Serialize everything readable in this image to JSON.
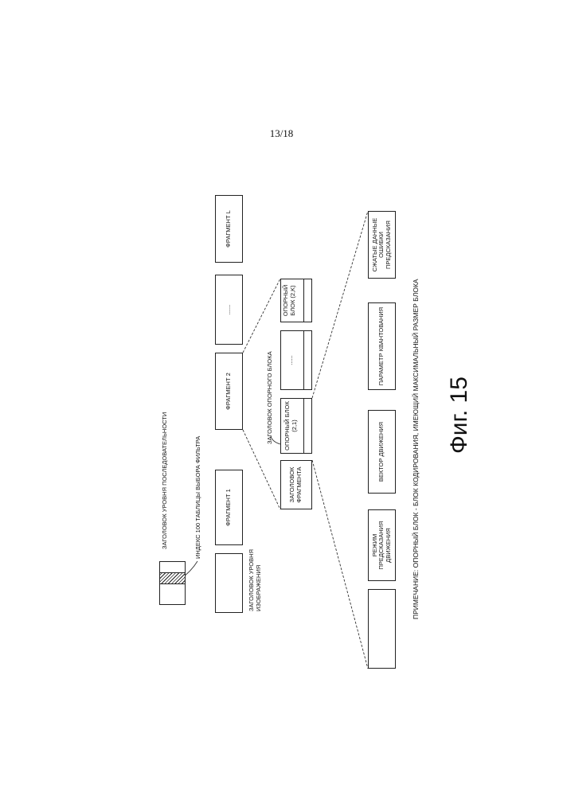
{
  "page_number": "13/18",
  "sequence_header_label": "ЗАГОЛОВОК УРОВНЯ ПОСЛЕДОВАТЕЛЬНОСТИ",
  "filter_index_label": "ИНДЕКС 100 ТАБЛИЦЫ ВЫБОРА ФИЛЬТРА",
  "picture_header_label": [
    "ЗАГОЛОВОК УРОВНЯ",
    "ИЗОБРАЖЕНИЯ"
  ],
  "row1": {
    "fragment1": "ФРАГМЕНТ 1",
    "fragment2": "ФРАГМЕНТ 2",
    "dots": "......",
    "fragmentL": "ФРАГМЕНТ L"
  },
  "ref_block_header_label": "ЗАГОЛОВОК ОПОРНОГО БЛОКА",
  "row2": {
    "fragment_header": "ЗАГОЛОВОК ФРАГМЕНТА",
    "block_2_1": "ОПОРНЫЙ БЛОК (2,1)",
    "dots": "......",
    "block_2_K": "ОПОРНЫЙ БЛОК (2,K)"
  },
  "row3": {
    "mode": "РЕЖИМ ПРЕДСКАЗАНИЯ ДВИЖЕНИЯ",
    "vector": "ВЕКТОР ДВИЖЕНИЯ",
    "quant": "ПАРАМЕТР КВАНТОВАНИЯ",
    "residual": "СЖАТЫЕ ДАННЫЕ ОШИБКИ ПРЕДСКАЗАНИЯ"
  },
  "note": "ПРИМЕЧАНИЕ: ОПОРНЫЙ БЛОК - БЛОК КОДИРОВАНИЯ, ИМЕЮЩИЙ МАКСИМАЛЬНЫЙ РАЗМЕР БЛОКА",
  "figure_label": "Фиг. 15"
}
